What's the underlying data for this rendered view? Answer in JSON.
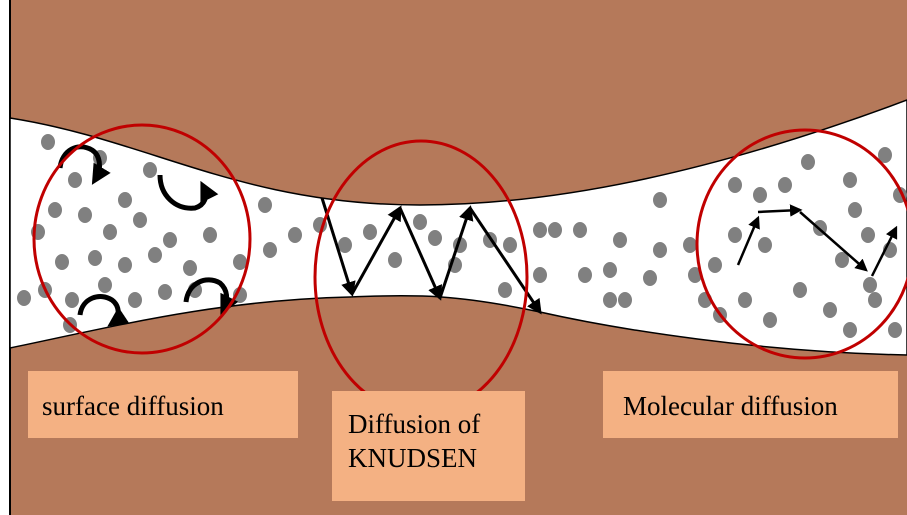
{
  "colors": {
    "rock": "#b5795a",
    "channel": "#ffffff",
    "particle": "#808080",
    "circle": "#c00000",
    "arrow": "#000000",
    "label_bg": "#f4b183"
  },
  "labels": {
    "surface": "surface diffusion",
    "knudsen_line1": "Diffusion of",
    "knudsen_line2": "KNUDSEN",
    "molecular": "Molecular diffusion"
  }
}
